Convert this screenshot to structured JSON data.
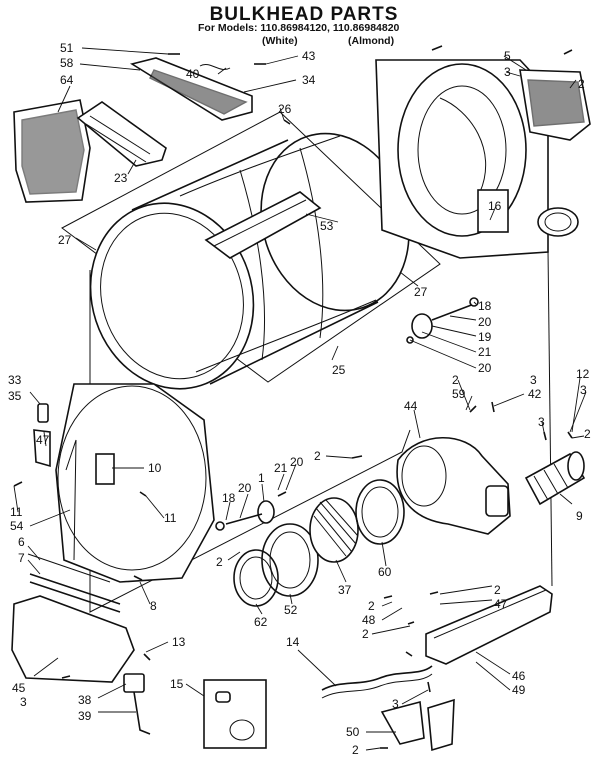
{
  "title": "BULKHEAD PARTS",
  "models_line": "For Models: 110.86984120, 110.86984820",
  "variant_white": "(White)",
  "variant_almond": "(Almond)",
  "callouts": [
    "51",
    "58",
    "64",
    "40",
    "43",
    "34",
    "23",
    "26",
    "27",
    "53",
    "27",
    "25",
    "5",
    "3",
    "2",
    "16",
    "18",
    "20",
    "19",
    "21",
    "20",
    "33",
    "35",
    "47",
    "10",
    "11",
    "11",
    "54",
    "6",
    "7",
    "8",
    "13",
    "45",
    "3",
    "38",
    "39",
    "15",
    "14",
    "18",
    "20",
    "1",
    "21",
    "20",
    "2",
    "62",
    "52",
    "37",
    "60",
    "2",
    "59",
    "2",
    "3",
    "42",
    "44",
    "3",
    "12",
    "3",
    "2",
    "9",
    "2",
    "47",
    "2",
    "48",
    "2",
    "46",
    "49",
    "3",
    "50",
    "2"
  ]
}
